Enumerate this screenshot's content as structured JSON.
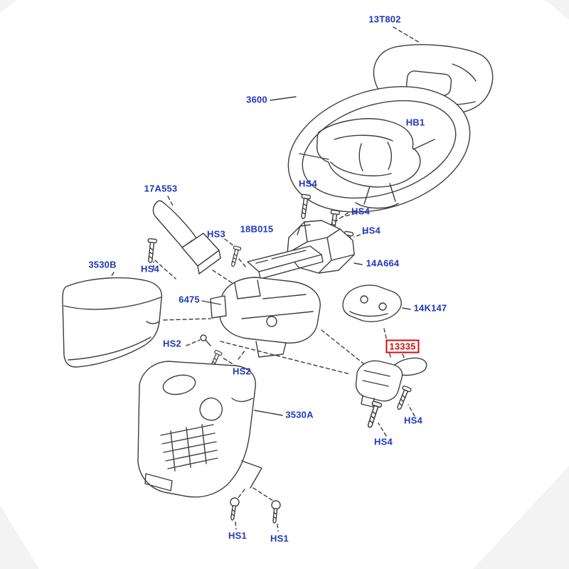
{
  "colors": {
    "label": "#2038c0",
    "highlight": "#cc1111",
    "line": "#3d3d3d",
    "background": "#ffffff"
  },
  "diagram": {
    "name": "Steering column exploded parts diagram",
    "highlighted_part": "13335",
    "labels": [
      {
        "part": "13T802",
        "text": "13T802",
        "highlighted": false
      },
      {
        "part": "3600",
        "text": "3600",
        "highlighted": false
      },
      {
        "part": "HB1",
        "text": "HB1",
        "highlighted": false
      },
      {
        "part": "HS4",
        "text": "HS4",
        "highlighted": false
      },
      {
        "part": "17A553",
        "text": "17A553",
        "highlighted": false
      },
      {
        "part": "HS4",
        "text": "HS4",
        "highlighted": false
      },
      {
        "part": "HS4",
        "text": "HS4",
        "highlighted": false
      },
      {
        "part": "HS3",
        "text": "HS3",
        "highlighted": false
      },
      {
        "part": "18B015",
        "text": "18B015",
        "highlighted": false
      },
      {
        "part": "3530B",
        "text": "3530B",
        "highlighted": false
      },
      {
        "part": "HS4",
        "text": "HS4",
        "highlighted": false
      },
      {
        "part": "14A664",
        "text": "14A664",
        "highlighted": false
      },
      {
        "part": "6475",
        "text": "6475",
        "highlighted": false
      },
      {
        "part": "14K147",
        "text": "14K147",
        "highlighted": false
      },
      {
        "part": "HS2",
        "text": "HS2",
        "highlighted": false
      },
      {
        "part": "13335",
        "text": "13335",
        "highlighted": true
      },
      {
        "part": "HS2",
        "text": "HS2",
        "highlighted": false
      },
      {
        "part": "3530A",
        "text": "3530A",
        "highlighted": false
      },
      {
        "part": "HS4",
        "text": "HS4",
        "highlighted": false
      },
      {
        "part": "HS4",
        "text": "HS4",
        "highlighted": false
      },
      {
        "part": "HS1",
        "text": "HS1",
        "highlighted": false
      },
      {
        "part": "HS1",
        "text": "HS1",
        "highlighted": false
      }
    ]
  }
}
